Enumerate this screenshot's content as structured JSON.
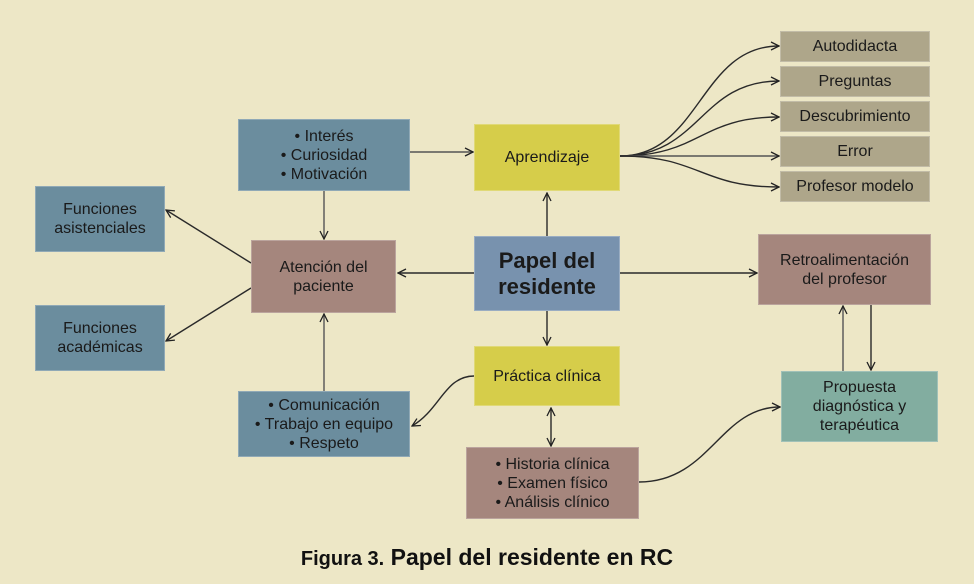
{
  "diagram": {
    "center": {
      "lines": [
        "Papel del",
        "residente"
      ]
    },
    "aprendizaje": {
      "label": "Aprendizaje"
    },
    "motivacion": {
      "lines": [
        "• Interés",
        "• Curiosidad",
        "• Motivación"
      ]
    },
    "atencion": {
      "lines": [
        "Atención del",
        "paciente"
      ]
    },
    "funciones_asistenciales": {
      "lines": [
        "Funciones",
        "asistenciales"
      ]
    },
    "funciones_academicas": {
      "lines": [
        "Funciones",
        "académicas"
      ]
    },
    "comunicacion": {
      "lines": [
        "• Comunicación",
        "• Trabajo en equipo",
        "• Respeto"
      ]
    },
    "practica": {
      "label": "Práctica clínica"
    },
    "historia": {
      "lines": [
        "• Historia clínica",
        "• Examen físico",
        "• Análisis clínico"
      ]
    },
    "retro": {
      "lines": [
        "Retroalimentación",
        "del profesor"
      ]
    },
    "propuesta": {
      "lines": [
        "Propuesta",
        "diagnóstica y",
        "terapéutica"
      ]
    },
    "learning_modes": [
      "Autodidacta",
      "Preguntas",
      "Descubrimiento",
      "Error",
      "Profesor modelo"
    ]
  },
  "caption": {
    "label": "Figura 3.",
    "title": " Papel del residente en RC"
  },
  "colors": {
    "background": "#ede7c6",
    "blue_box": "#6b8d9e",
    "center_box": "#7892ae",
    "mauve_box": "#a5867d",
    "yellow_box": "#d6cd4a",
    "olive_box": "#aea68a",
    "teal_box": "#82ada0"
  }
}
